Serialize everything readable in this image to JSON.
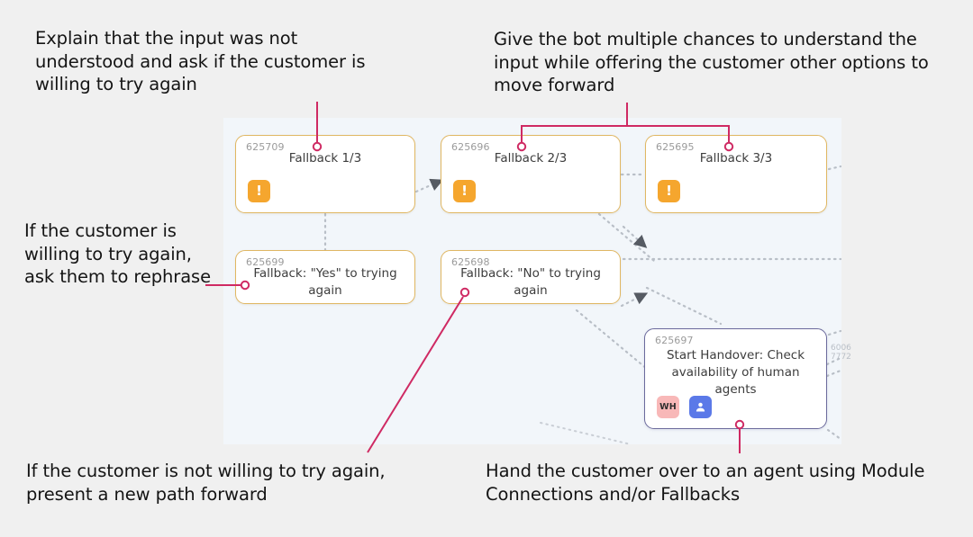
{
  "annotations": {
    "top_left": "Explain that the input was not understood and ask if the customer is willing to try again",
    "top_right": "Give the bot multiple chances to understand the input while offering the customer other options to move forward",
    "left": "If the customer is willing to try again, ask them to rephrase",
    "bottom_left": "If the customer is not willing to try again, present a new path forward",
    "bottom_right": "Hand the customer over to an agent using Module Connections and/or Fallbacks"
  },
  "canvas": {
    "background_color": "#f2f6fa",
    "nodes": [
      {
        "id": "625709",
        "title": "Fallback 1/3",
        "type": "fallback",
        "border_color": "#e0b763",
        "badges": [
          {
            "name": "warning-icon",
            "label": "!",
            "color": "#f5a62e"
          }
        ]
      },
      {
        "id": "625696",
        "title": "Fallback 2/3",
        "type": "fallback",
        "border_color": "#e0b763",
        "badges": [
          {
            "name": "warning-icon",
            "label": "!",
            "color": "#f5a62e"
          }
        ]
      },
      {
        "id": "625695",
        "title": "Fallback 3/3",
        "type": "fallback",
        "border_color": "#e0b763",
        "badges": [
          {
            "name": "warning-icon",
            "label": "!",
            "color": "#f5a62e"
          }
        ]
      },
      {
        "id": "625699",
        "title": "Fallback: \"Yes\" to trying again",
        "type": "fallback",
        "border_color": "#e0b763",
        "badges": []
      },
      {
        "id": "625698",
        "title": "Fallback: \"No\" to trying again",
        "type": "fallback",
        "border_color": "#e0b763",
        "badges": []
      },
      {
        "id": "625697",
        "title": "Start Handover: Check availability of human agents",
        "type": "handover",
        "border_color": "#6b6a9c",
        "badges": [
          {
            "name": "wh-badge",
            "label": "WH",
            "color": "#f8b8b8"
          },
          {
            "name": "person-icon",
            "label": "",
            "color": "#5b79e8"
          }
        ]
      }
    ]
  },
  "colors": {
    "annotation_line": "#cf2a63",
    "flow_edge": "#b9bfc7",
    "page_background": "#f0f0f0"
  }
}
